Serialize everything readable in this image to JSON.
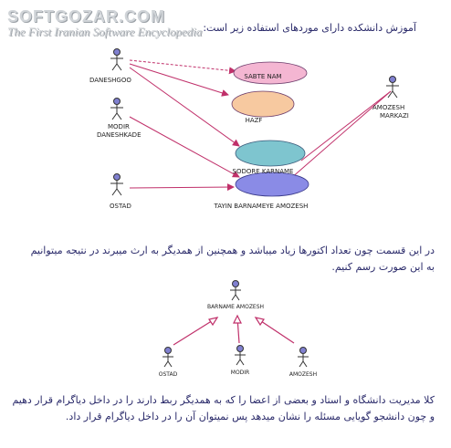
{
  "watermark": {
    "main": "SOFTGOZAR.COM",
    "sub": "The First Iranian Software Encyclopedia"
  },
  "intro_text": "آموزش دانشکده دارای موردهای استفاده زیر است:",
  "diagram1": {
    "actors": {
      "daneshgoo": "DANESHGOO",
      "modir_line1": "MODIR",
      "modir_line2": "DANESHKADE",
      "ostad": "OSTAD",
      "amozesh_line1": "AMOZESH",
      "amozesh_line2": "MARKAZI"
    },
    "use_cases": {
      "sabte_nam": "SABTE NAM",
      "hazf": "HAZF",
      "sodore_karname": "SODORE KARNAME",
      "tayin": "TAYIN BARNAMEYE AMOZESH"
    }
  },
  "middle_text": "در این قسمت چون تعداد اکتورها زیاد میباشد و همچنین از همدیگر به ارث میبرند در نتیجه میتوانیم به این صورت رسم کنیم.",
  "diagram2": {
    "parent": "BARNAME AMOZESH",
    "children": {
      "ostad": "OSTAD",
      "modir": "MODIR",
      "amozesh": "AMOZESH"
    }
  },
  "bottom_text": "کلا مدیریت دانشگاه و استاد و بعضی از اعضا را که به همدیگر ربط دارند را در داخل دیاگرام قرار دهیم و چون دانشجو گویایی مسئله را نشان میدهد پس نمیتوان آن را در داخل دیاگرام قرار داد.",
  "colors": {
    "actor_head": "#8080d0",
    "line": "#c0306a",
    "uc_pink": "#f4b6d2",
    "uc_peach": "#f7c9a0",
    "uc_teal": "#7ec5cf",
    "uc_blue": "#8a8be6",
    "text": "#2a2a6a"
  }
}
